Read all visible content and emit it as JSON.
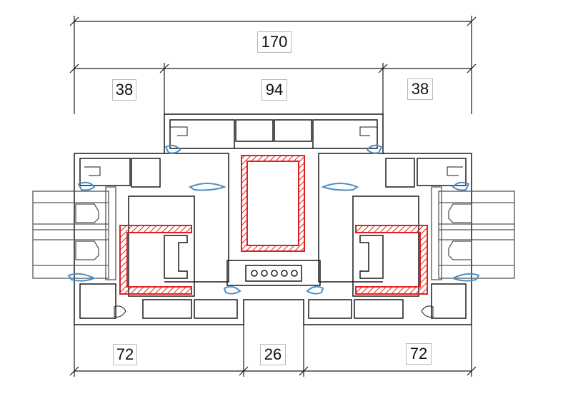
{
  "drawing": {
    "dimensions": {
      "overall": "170",
      "top_left": "38",
      "top_middle": "94",
      "top_right": "38",
      "bottom_left": "72",
      "bottom_middle": "26",
      "bottom_right": "72"
    },
    "colors": {
      "line": "#1a1a1a",
      "gasket": "#4a8fc8",
      "steel": "#e02020",
      "glass": "#555555"
    }
  }
}
